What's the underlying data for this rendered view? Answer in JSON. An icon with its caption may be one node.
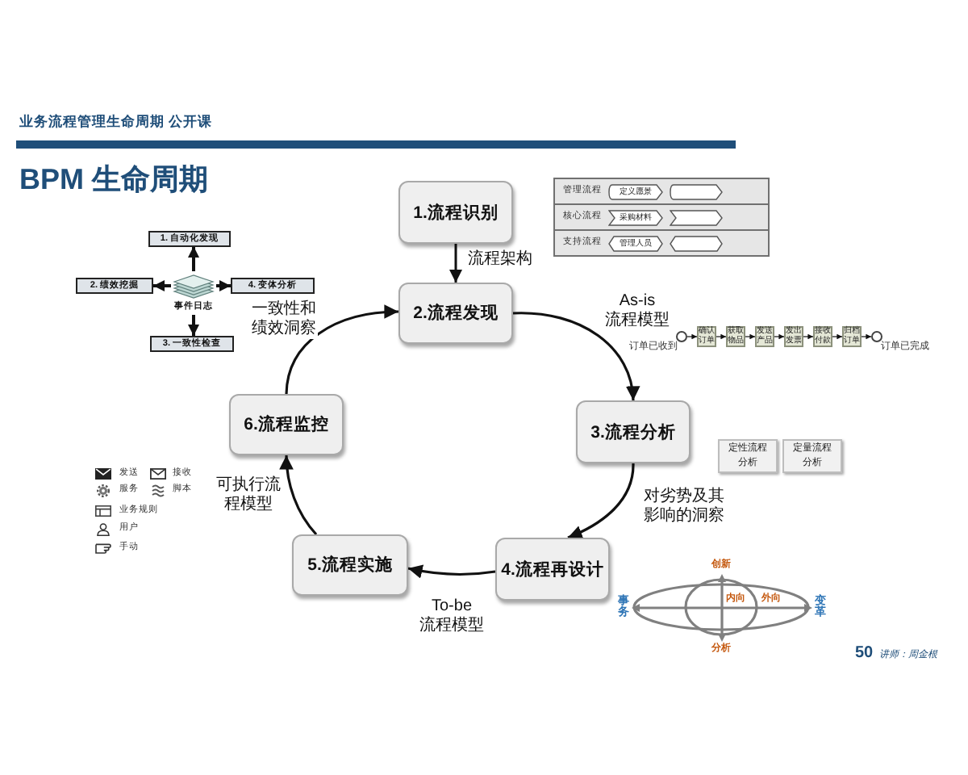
{
  "diagram": {
    "title": "BPM 生命周期",
    "nodes": [
      {
        "text": [
          "1.流程识别"
        ]
      },
      {
        "text": [
          "2.流程发现"
        ]
      },
      {
        "text": [
          "3.流程分析"
        ]
      },
      {
        "text": [
          "4.流程再设计"
        ]
      },
      {
        "text": [
          "5.流程实施"
        ]
      },
      {
        "text": [
          "6.流程监控"
        ]
      },
      {
        "text": [
          "1. 自动化发现"
        ]
      },
      {
        "text": [
          "2. 绩效挖掘"
        ]
      },
      {
        "text": [
          "事件日志"
        ]
      },
      {
        "text": [
          "4. 变体分析"
        ]
      },
      {
        "text": [
          "3. 一致性检查"
        ]
      },
      {
        "text": [
          "管理流程"
        ]
      },
      {
        "text": [
          "定义愿景"
        ],
        "in": 11
      },
      {
        "text": [],
        "shape": "pentagon",
        "in": 11
      },
      {
        "text": [
          "核心流程"
        ]
      },
      {
        "text": [
          "采购材料"
        ],
        "in": 14
      },
      {
        "text": [],
        "shape": "chevron",
        "in": 14
      },
      {
        "text": [
          "支持流程"
        ]
      },
      {
        "text": [
          "管理人员"
        ],
        "in": 17
      },
      {
        "text": [],
        "shape": "hexagon",
        "in": 17
      },
      {
        "text": [],
        "shape": "circle",
        "beside": [
          "订单已收到"
        ]
      },
      {
        "text": [
          "确认订单"
        ]
      },
      {
        "text": [
          "获取物品"
        ]
      },
      {
        "text": [
          "发送产品"
        ]
      },
      {
        "text": [
          "发出发票"
        ]
      },
      {
        "text": [
          "接收付款"
        ]
      },
      {
        "text": [
          "归档订单"
        ]
      },
      {
        "text": [],
        "shape": "circle",
        "beside": [
          "订单已完成"
        ]
      },
      {
        "text": [
          "定性流程分析"
        ]
      },
      {
        "text": [
          "定量流程分析"
        ]
      }
    ],
    "edges": [
      {
        "from": 0,
        "to": 1,
        "arrow": "to",
        "label": "流程架构"
      },
      {
        "from": 1,
        "to": 2,
        "arrow": "to",
        "label": "As-is 流程模型"
      },
      {
        "from": 2,
        "to": 3,
        "arrow": "to",
        "label": "对劣势及其影响的洞察"
      },
      {
        "from": 3,
        "to": 4,
        "arrow": "to",
        "label": "To-be 流程模型"
      },
      {
        "from": 4,
        "to": 5,
        "arrow": "to",
        "label": "可执行流程模型"
      },
      {
        "from": 5,
        "to": 1,
        "arrow": "to",
        "label": "一致性和绩效洞察"
      },
      {
        "from": 8,
        "to": 6,
        "arrow": "to"
      },
      {
        "from": 8,
        "to": 7,
        "arrow": "to"
      },
      {
        "from": 8,
        "to": 9,
        "arrow": "to"
      },
      {
        "from": 8,
        "to": 10,
        "arrow": "to"
      },
      {
        "from": 20,
        "to": 21,
        "arrow": "to"
      },
      {
        "from": 21,
        "to": 22,
        "arrow": "to"
      },
      {
        "from": 22,
        "to": 23,
        "arrow": "to"
      },
      {
        "from": 23,
        "to": 24,
        "arrow": "to"
      },
      {
        "from": 24,
        "to": 25,
        "arrow": "to"
      },
      {
        "from": 25,
        "to": 26,
        "arrow": "to"
      },
      {
        "from": 26,
        "to": 27,
        "arrow": "to"
      }
    ],
    "labels": [
      "业务流程管理生命周期 公开课",
      "创新",
      "事务",
      "内向",
      "外向",
      "变革",
      "分析",
      "50",
      "讲师：周金根"
    ],
    "legend": [
      {
        "text": "发送"
      },
      {
        "text": "接收"
      },
      {
        "text": "服务"
      },
      {
        "text": "脚本"
      },
      {
        "text": "业务规则"
      },
      {
        "text": "用户"
      },
      {
        "text": "手动"
      }
    ]
  }
}
